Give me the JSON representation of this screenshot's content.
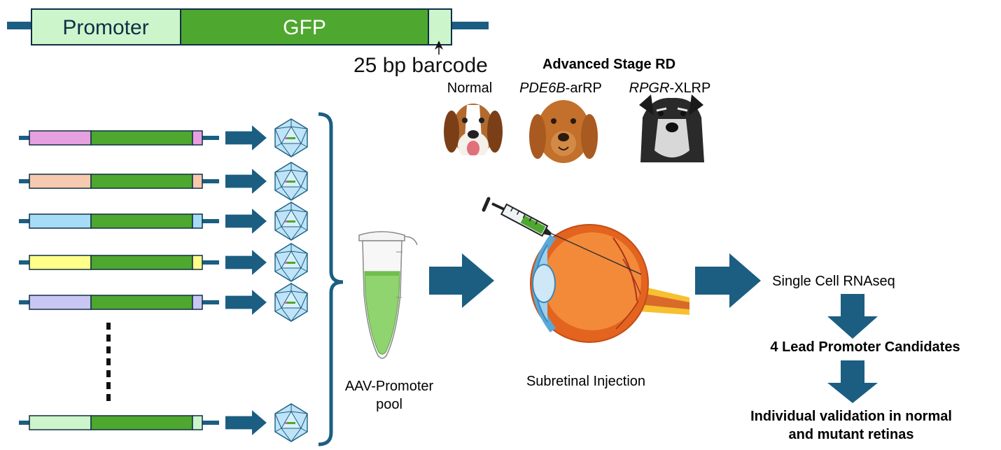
{
  "construct": {
    "promoter_label": "Promoter",
    "gfp_label": "GFP",
    "barcode_label": "25 bp barcode"
  },
  "colors": {
    "gfp": "#4ea72e",
    "promoter": "#ccf5cc",
    "backbone": "#1b5e82",
    "arrow": "#1b5e82",
    "outline": "#0f2f46",
    "library": [
      "#e6a0e0",
      "#f7c9ae",
      "#a6dcf5",
      "#ffff8a",
      "#c9c6f3",
      "#ccf5cc"
    ]
  },
  "library": {
    "visible_constructs": 6,
    "ellipsis": "vertical-dots",
    "capsid_icon": "aav-capsid-icon"
  },
  "pool": {
    "label_line1": "AAV-Promoter",
    "label_line2": "pool",
    "icon": "tube-icon"
  },
  "dogs": {
    "heading": "Advanced Stage RD",
    "groups": [
      {
        "italic": "",
        "plain": "Normal",
        "icon": "beagle-icon"
      },
      {
        "italic": "PDE6B",
        "plain": "-arRP",
        "icon": "golden-retriever-icon"
      },
      {
        "italic": "RPGR",
        "plain": "-XLRP",
        "icon": "schnauzer-icon"
      }
    ]
  },
  "injection": {
    "label": "Subretinal Injection",
    "icons": [
      "syringe-icon",
      "eye-icon"
    ]
  },
  "pipeline": {
    "step1": "Single Cell RNAseq",
    "step2": "4 Lead Promoter Candidates",
    "step3_line1": "Individual validation in normal",
    "step3_line2": "and mutant retinas"
  }
}
